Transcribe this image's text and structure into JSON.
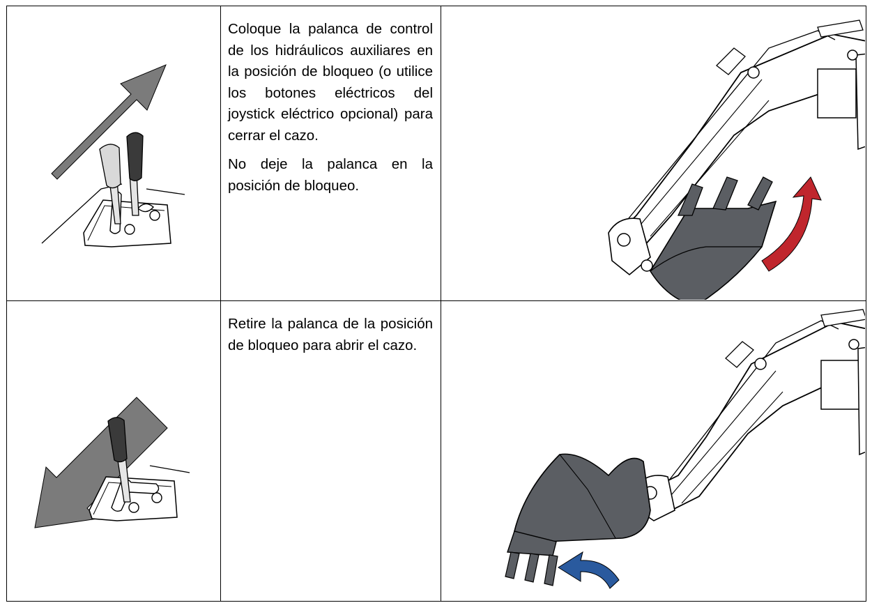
{
  "steps": [
    {
      "paragraphs": [
        "Coloque la palanca de control de los hidráulicos auxiliares en la posición de bloqueo (o utilice los botones eléctricos del joystick eléctrico opcional) para cerrar el cazo.",
        "No deje la palanca en la posición de bloqueo."
      ],
      "lever_direction": "forward-up",
      "bucket_motion": "close",
      "rotation_arrow_color": "#c0262d"
    },
    {
      "paragraphs": [
        "Retire la palanca de la posición de bloqueo para abrir el cazo."
      ],
      "lever_direction": "back-down",
      "bucket_motion": "open",
      "rotation_arrow_color": "#2a5a9e"
    }
  ],
  "colors": {
    "direction_arrow": "#7b7b7b",
    "lever_knob_dark": "#3a3a3a",
    "lever_knob_light": "#d9d9d9",
    "bucket": "#5b5e63",
    "outline": "#000000"
  }
}
